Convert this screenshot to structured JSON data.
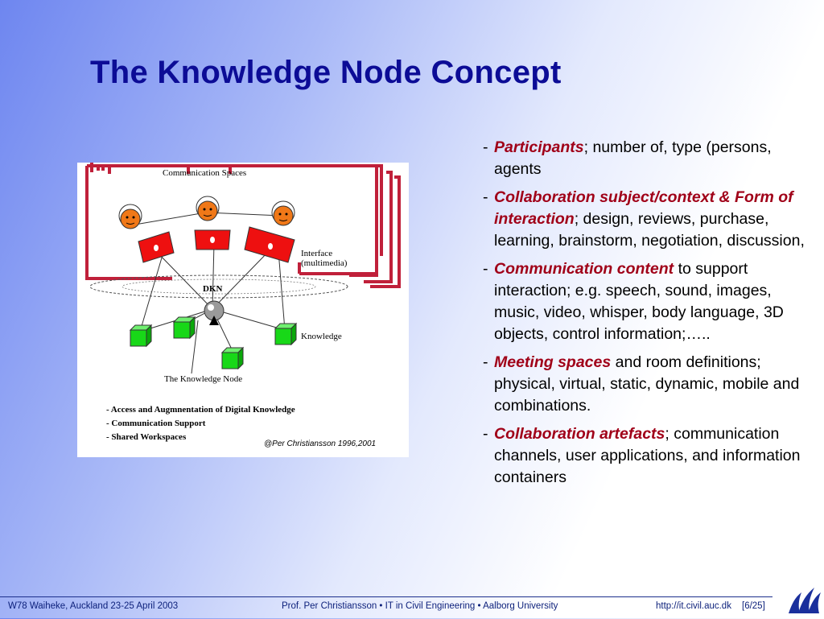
{
  "slide": {
    "title": "The Knowledge Node Concept"
  },
  "figure": {
    "label_communication_spaces": "Communication Spaces",
    "label_interface": "Interface",
    "label_multimedia": "(multimedia)",
    "label_dkn": "DKN",
    "label_knowledge": "Knowledge",
    "label_knowledge_node": "The Knowledge Node",
    "list": [
      "- Access and Augmnentation of Digital Knowledge",
      "- Communication Support",
      "- Shared Workspaces"
    ],
    "copyright": "@Per Christiansson 1996,2001"
  },
  "bullets": [
    {
      "dash": "-",
      "parts": [
        {
          "text": "Participants",
          "em": true
        },
        {
          "text": "; number of, type (persons, agents",
          "em": false
        }
      ]
    },
    {
      "dash": "-",
      "parts": [
        {
          "text": "Collaboration subject/context & Form of interaction",
          "em": true
        },
        {
          "text": "; design, reviews, purchase, learning, brainstorm, negotiation, discussion,",
          "em": false
        }
      ]
    },
    {
      "dash": "-",
      "parts": [
        {
          "text": "Communication content",
          "em": true
        },
        {
          "text": " to support interaction; e.g. speech, sound, images, music, video, whisper, body language, 3D objects, control information;…..",
          "em": false
        }
      ]
    },
    {
      "dash": "-",
      "parts": [
        {
          "text": "Meeting spaces",
          "em": true
        },
        {
          "text": " and room definitions; physical, virtual, static, dynamic, mobile and combinations.",
          "em": false
        }
      ]
    },
    {
      "dash": "-",
      "parts": [
        {
          "text": "Collaboration artefacts",
          "em": true
        },
        {
          "text": "; communication channels, user applications, and information containers",
          "em": false
        }
      ]
    }
  ],
  "footer": {
    "left": "W78 Waiheke, Auckland 23-25 April 2003",
    "center": "Prof. Per Christiansson • IT in Civil Engineering • Aalborg University",
    "url": "http://it.civil.auc.dk",
    "page": "[6/25]"
  },
  "logo_icon": "aalborg-university-logo-icon",
  "colors": {
    "title": "#0c0c96",
    "emphasis": "#a00018",
    "footer_text": "#0b1f7a"
  }
}
